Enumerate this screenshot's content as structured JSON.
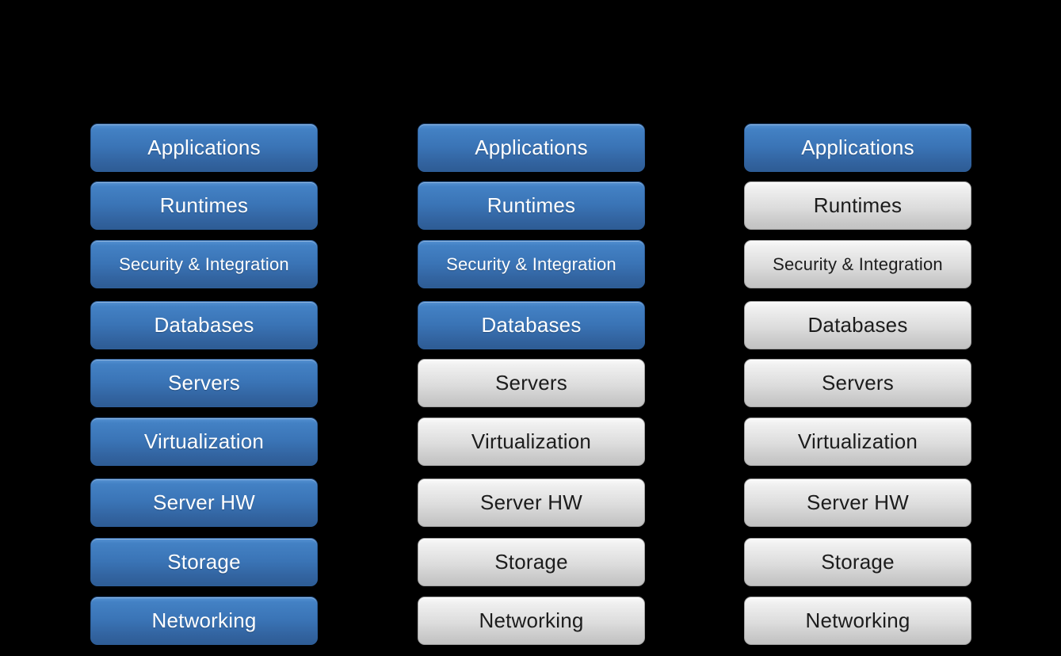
{
  "background_color": "#000000",
  "colors": {
    "managed_by_you_fill_top": "#5591d2",
    "managed_by_you_fill_bottom": "#2e5c95",
    "managed_by_you_text": "#ffffff",
    "managed_by_vendor_fill_top": "#fafafa",
    "managed_by_vendor_fill_bottom": "#c2c2c2",
    "managed_by_vendor_text": "#1c1c1c"
  },
  "columns": [
    {
      "boxes": [
        {
          "label": "Applications",
          "variant": "blue"
        },
        {
          "label": "Runtimes",
          "variant": "blue"
        },
        {
          "label": "Security & Integration",
          "variant": "blue"
        },
        {
          "label": "Databases",
          "variant": "blue"
        },
        {
          "label": "Servers",
          "variant": "blue"
        },
        {
          "label": "Virtualization",
          "variant": "blue"
        },
        {
          "label": "Server HW",
          "variant": "blue"
        },
        {
          "label": "Storage",
          "variant": "blue"
        },
        {
          "label": "Networking",
          "variant": "blue"
        }
      ]
    },
    {
      "boxes": [
        {
          "label": "Applications",
          "variant": "blue"
        },
        {
          "label": "Runtimes",
          "variant": "blue"
        },
        {
          "label": "Security & Integration",
          "variant": "blue"
        },
        {
          "label": "Databases",
          "variant": "blue"
        },
        {
          "label": "Servers",
          "variant": "gray"
        },
        {
          "label": "Virtualization",
          "variant": "gray"
        },
        {
          "label": "Server HW",
          "variant": "gray"
        },
        {
          "label": "Storage",
          "variant": "gray"
        },
        {
          "label": "Networking",
          "variant": "gray"
        }
      ]
    },
    {
      "boxes": [
        {
          "label": "Applications",
          "variant": "blue"
        },
        {
          "label": "Runtimes",
          "variant": "gray"
        },
        {
          "label": "Security & Integration",
          "variant": "gray"
        },
        {
          "label": "Databases",
          "variant": "gray"
        },
        {
          "label": "Servers",
          "variant": "gray"
        },
        {
          "label": "Virtualization",
          "variant": "gray"
        },
        {
          "label": "Server HW",
          "variant": "gray"
        },
        {
          "label": "Storage",
          "variant": "gray"
        },
        {
          "label": "Networking",
          "variant": "gray"
        }
      ]
    }
  ]
}
